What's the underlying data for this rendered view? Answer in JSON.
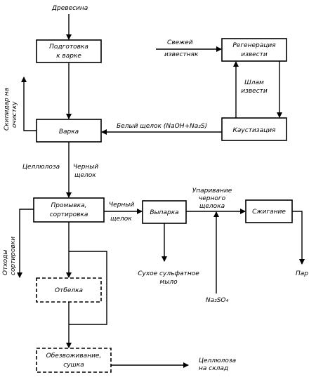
{
  "nodes": {
    "preparation": [
      "Подготовка",
      "к варке"
    ],
    "regeneration": [
      "Регенерация",
      "извести"
    ],
    "cooking": "Варка",
    "causticizing": "Каустизация",
    "washing": [
      "Промывка,",
      "сортировка"
    ],
    "evaporation": "Выпарка",
    "burning": "Сжигание",
    "bleaching": "Отбелка",
    "drying": [
      "Обезвоживание,",
      "сушка"
    ]
  },
  "labels": {
    "wood": "Древесина",
    "fresh_lime": [
      "Свежей",
      "известняк"
    ],
    "lime_sludge": [
      "Шлам",
      "извести"
    ],
    "turpentine": [
      "Скипидар на",
      "очистку"
    ],
    "white_liquor": "Белый щелок (NaOH+Na₂S)",
    "cellulose": "Целлюлоза",
    "black_liquor_a": [
      "Черный",
      "щелок"
    ],
    "black_liquor_b": [
      "Черный",
      "щелок"
    ],
    "concentration": [
      "Упаривание",
      "черного",
      "щелока"
    ],
    "sort_waste": [
      "Отходы",
      "сортировки"
    ],
    "soap": [
      "Сухое сульфатное",
      "мыло"
    ],
    "sodium_sulfate": "Na₂SO₄",
    "steam": "Пар",
    "pulp_out": [
      "Целлюлоза",
      "на склад"
    ]
  }
}
